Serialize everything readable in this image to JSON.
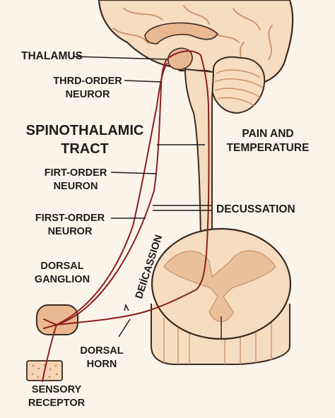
{
  "labels": {
    "thalamus": "THALAMUS",
    "third_order_line1": "THRD-ORDER",
    "third_order_line2": "NEUROR",
    "tract_title_line1": "SPINOTHALAMIC",
    "tract_title_line2": "TRACT",
    "pain_line1": "PAIN AND",
    "pain_line2": "TEMPERATURE",
    "first_order_a_line1": "FIRT-ORDER",
    "first_order_a_line2": "NEURON",
    "decussation": "DECUSSATION",
    "first_order_b_line1": "FIRST-ORDER",
    "first_order_b_line2": "NEUROR",
    "decussation_rotated": "DEIİCASSION",
    "dorsal_ganglion_line1": "DORSAL",
    "dorsal_ganglion_line2": "GANGLION",
    "dorsal_horn_line1": "DORSAL",
    "dorsal_horn_line2": "HORN",
    "sensory_receptor_line1": "SENSORY",
    "sensory_receptor_line2": "RECEPTOR"
  },
  "colors": {
    "background": "#fbf4ea",
    "tissue": "#f6dcc0",
    "tissue_dark": "#eab890",
    "grey_matter": "#e8c19a",
    "outline": "#3a2a22",
    "neuron_path": "#8c1f1f",
    "label_text": "#1c1c1c"
  }
}
